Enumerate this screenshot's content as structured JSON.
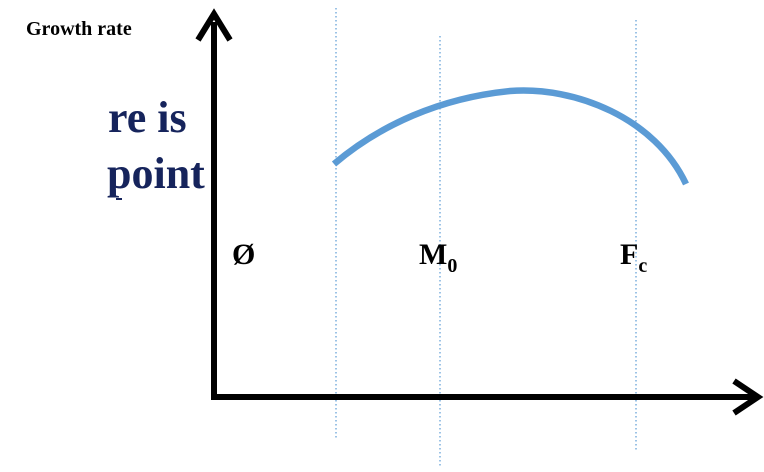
{
  "slide": {
    "line1": "re is",
    "line2": "point"
  },
  "diagram": {
    "y_axis_label": "Growth rate",
    "regions": [
      {
        "symbol": "Ø",
        "subscript": ""
      },
      {
        "symbol": "M",
        "subscript": "0"
      },
      {
        "symbol": "F",
        "subscript": "c"
      }
    ]
  },
  "colors": {
    "curve": "#5b9bd5",
    "divider": "#5b9bd5",
    "axis": "#000000",
    "slide_text": "#16245c"
  }
}
